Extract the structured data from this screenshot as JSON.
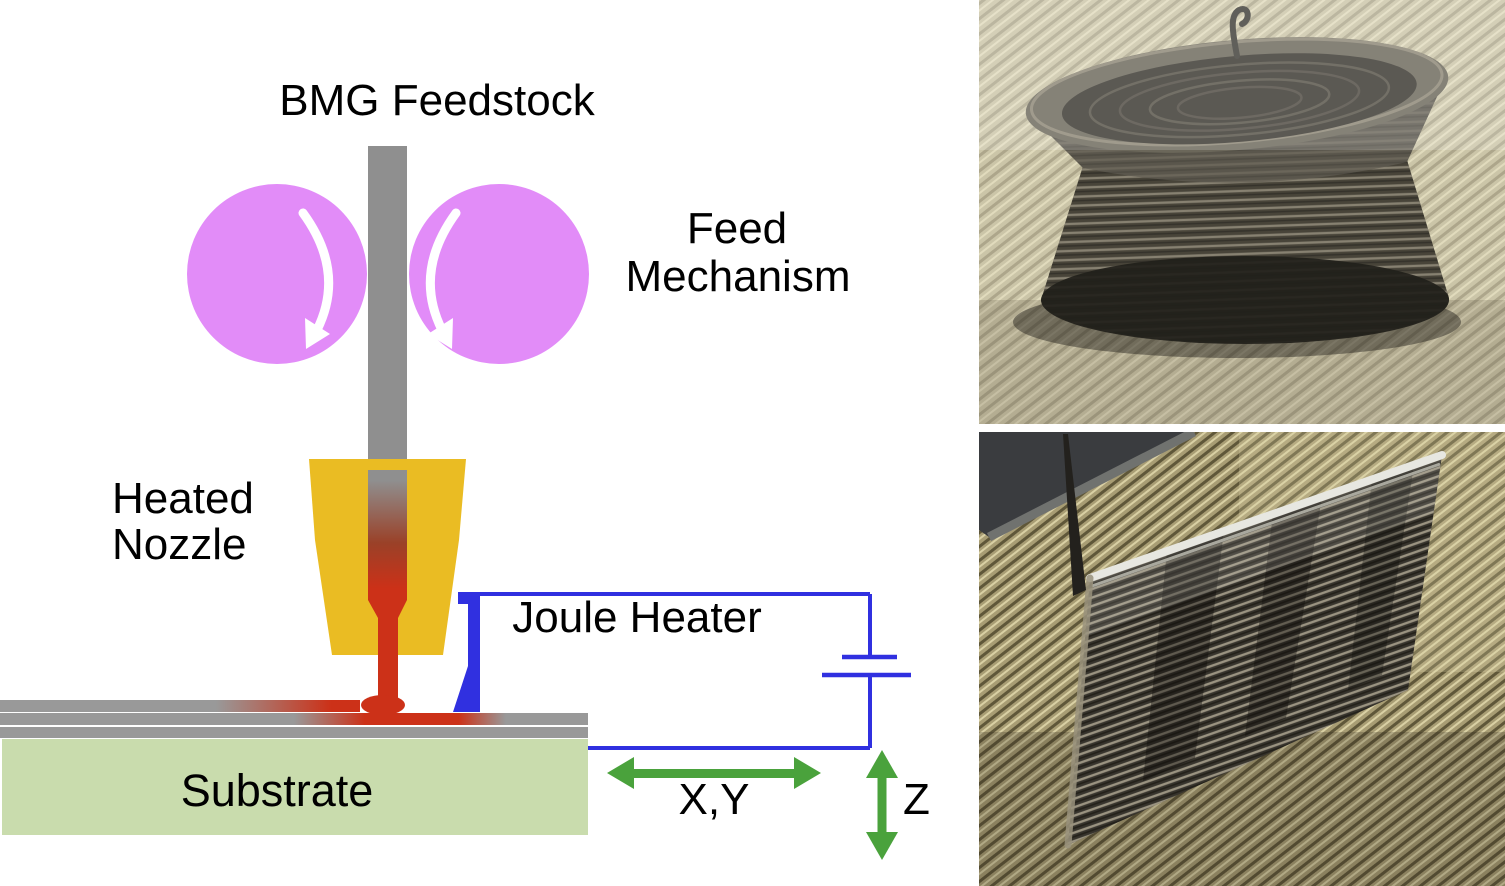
{
  "figure": {
    "diagram": {
      "labels": {
        "feedstock": "BMG Feedstock",
        "feed_mechanism_line1": "Feed",
        "feed_mechanism_line2": "Mechanism",
        "heated_nozzle_line1": "Heated",
        "heated_nozzle_line2": "Nozzle",
        "joule_heater": "Joule Heater",
        "substrate": "Substrate",
        "xy_axis": "X,Y",
        "z_axis": "Z"
      },
      "colors": {
        "roller_pink": "#e28cf8",
        "feedstock_gray": "#8f8f8f",
        "nozzle_gold": "#eabc23",
        "molten_red": "#cc3118",
        "circuit_blue": "#3030e0",
        "substrate_green": "#c9dcad",
        "layer_gray": "#999999",
        "motion_green": "#4aa23c",
        "rotation_arrow_white": "#ffffff",
        "text_black": "#000000"
      }
    },
    "photos": {
      "top": {
        "name": "printed-bmg-cup-photo"
      },
      "bottom": {
        "name": "printed-bmg-wall-photo"
      }
    }
  }
}
